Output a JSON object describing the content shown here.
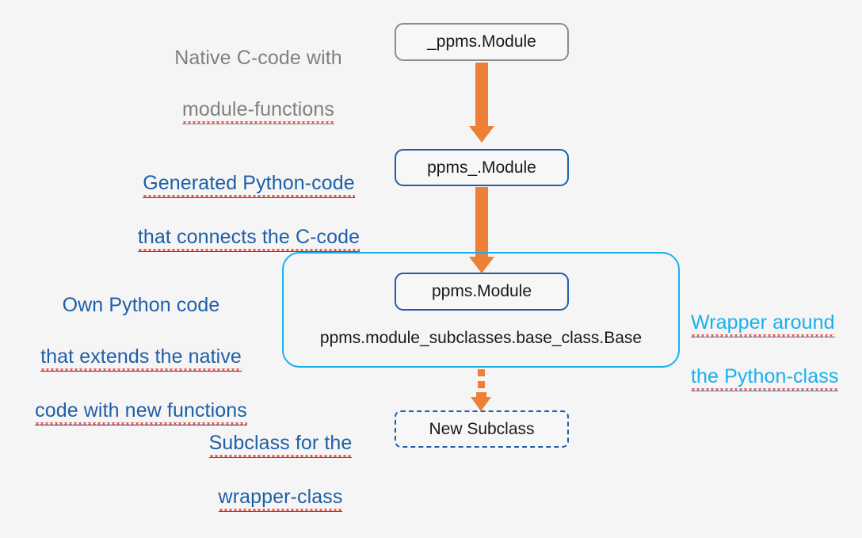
{
  "diagram": {
    "title": "PPMS Python module wrapper architecture",
    "background_color": "#f5f5f5",
    "colors": {
      "orange_arrow": "#ed8036",
      "dark_blue": "#1f5fa8",
      "cyan": "#19b0ef",
      "gray": "#808080",
      "node_text": "#191919",
      "spellcheck_red": "#e8463c"
    },
    "captions": {
      "native_c_code": {
        "line1": "Native C-code with",
        "line2": "module-functions",
        "color": "#808080"
      },
      "generated_python": {
        "line1": "Generated Python-code",
        "line2": "that connects the C-code",
        "color": "#1f5fa8"
      },
      "own_python": {
        "line1": "Own Python code",
        "line2": "that extends the native",
        "line3": "code with new functions",
        "color": "#1f5fa8"
      },
      "wrapper_around": {
        "line1": "Wrapper around",
        "line2": "the Python-class",
        "color": "#19b0ef"
      },
      "subclass_for": {
        "line1": "Subclass for the",
        "line2": "wrapper-class",
        "color": "#1f5fa8"
      }
    },
    "nodes": {
      "native_module": {
        "label": "_ppms.Module",
        "border": "gray",
        "shape": "rounded-rect"
      },
      "generated_module": {
        "label": "ppms_.Module",
        "border": "dark-blue",
        "shape": "rounded-rect"
      },
      "wrapper_module": {
        "label": "ppms.Module",
        "border": "dark-blue",
        "shape": "rounded-rect"
      },
      "base_class_path": {
        "label": "ppms.module_subclasses.base_class.Base",
        "border": "none",
        "shape": "text"
      },
      "new_subclass": {
        "label": "New Subclass",
        "border": "dark-blue",
        "shape": "dashed-rect"
      }
    },
    "edges": [
      {
        "from": "_ppms.Module",
        "to": "ppms_.Module",
        "style": "solid",
        "color": "#ed8036"
      },
      {
        "from": "ppms_.Module",
        "to": "ppms.Module",
        "style": "solid",
        "color": "#ed8036"
      },
      {
        "from": "wrapper-container",
        "to": "New Subclass",
        "style": "dotted",
        "color": "#ed8036"
      }
    ],
    "container": {
      "name": "wrapper-container",
      "border_color": "#19b0ef",
      "contains": [
        "ppms.Module",
        "ppms.module_subclasses.base_class.Base"
      ]
    }
  }
}
